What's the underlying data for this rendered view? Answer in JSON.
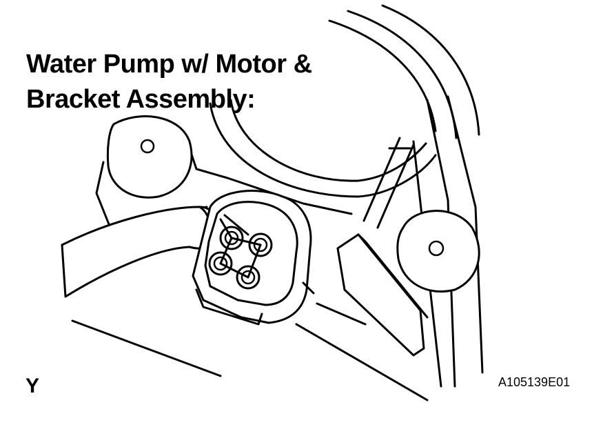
{
  "figure": {
    "title_lines": [
      "Water Pump w/ Motor &",
      "Bracket Assembly:"
    ],
    "view_letter": "Y",
    "figure_code": "A105139E01"
  },
  "colors": {
    "line": "#000000",
    "background": "#ffffff"
  }
}
